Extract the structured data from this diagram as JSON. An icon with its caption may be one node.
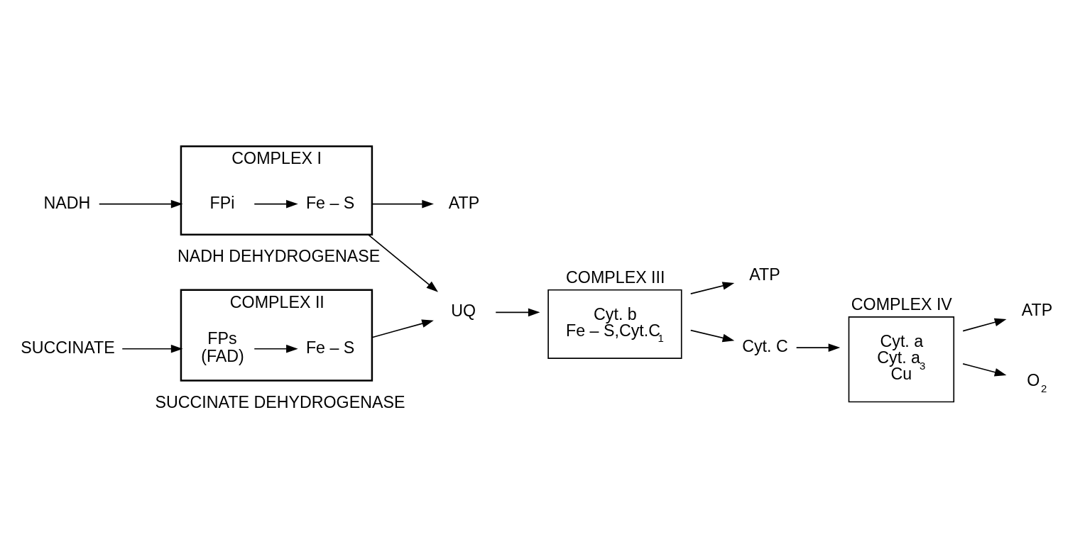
{
  "diagram": {
    "nodes": [
      {
        "text": [
          "NADH"
        ]
      },
      {
        "text": [
          "COMPLEX I"
        ],
        "beside": [
          "NADH DEHYDROGENASE"
        ]
      },
      {
        "text": [
          "FPi"
        ],
        "in": 1
      },
      {
        "text": [
          "Fe – S"
        ],
        "in": 1
      },
      {
        "text": [
          "ATP"
        ]
      },
      {
        "text": [
          "UQ"
        ]
      },
      {
        "text": [
          "SUCCINATE"
        ]
      },
      {
        "text": [
          "COMPLEX II"
        ],
        "beside": [
          "SUCCINATE DEHYDROGENASE"
        ]
      },
      {
        "text": [
          "FPs",
          "(FAD)"
        ],
        "in": 7
      },
      {
        "text": [
          "Fe – S"
        ],
        "in": 7
      },
      {
        "text": [
          "COMPLEX III",
          "Cyt. b",
          "Fe – S,Cyt.C$_{1}$"
        ]
      },
      {
        "text": [
          "ATP"
        ]
      },
      {
        "text": [
          "Cyt. C"
        ]
      },
      {
        "text": [
          "COMPLEX IV",
          "Cyt. a",
          "Cyt. a$_{3}$",
          "Cu"
        ]
      },
      {
        "text": [
          "ATP"
        ]
      },
      {
        "text": [
          "O$_{2}$"
        ]
      }
    ],
    "edges": [
      {
        "from": 0,
        "to": 1,
        "arrow": "to"
      },
      {
        "from": 2,
        "to": 3,
        "arrow": "to"
      },
      {
        "from": 1,
        "to": 4,
        "arrow": "to"
      },
      {
        "from": 1,
        "to": 5,
        "arrow": "to"
      },
      {
        "from": 6,
        "to": 7,
        "arrow": "to"
      },
      {
        "from": 8,
        "to": 9,
        "arrow": "to"
      },
      {
        "from": 7,
        "to": 5,
        "arrow": "to"
      },
      {
        "from": 5,
        "to": 10,
        "arrow": "to"
      },
      {
        "from": 10,
        "to": 11,
        "arrow": "to"
      },
      {
        "from": 10,
        "to": 12,
        "arrow": "to"
      },
      {
        "from": 12,
        "to": 13,
        "arrow": "to"
      },
      {
        "from": 13,
        "to": 14,
        "arrow": "to"
      },
      {
        "from": 13,
        "to": 15,
        "arrow": "to"
      }
    ]
  }
}
